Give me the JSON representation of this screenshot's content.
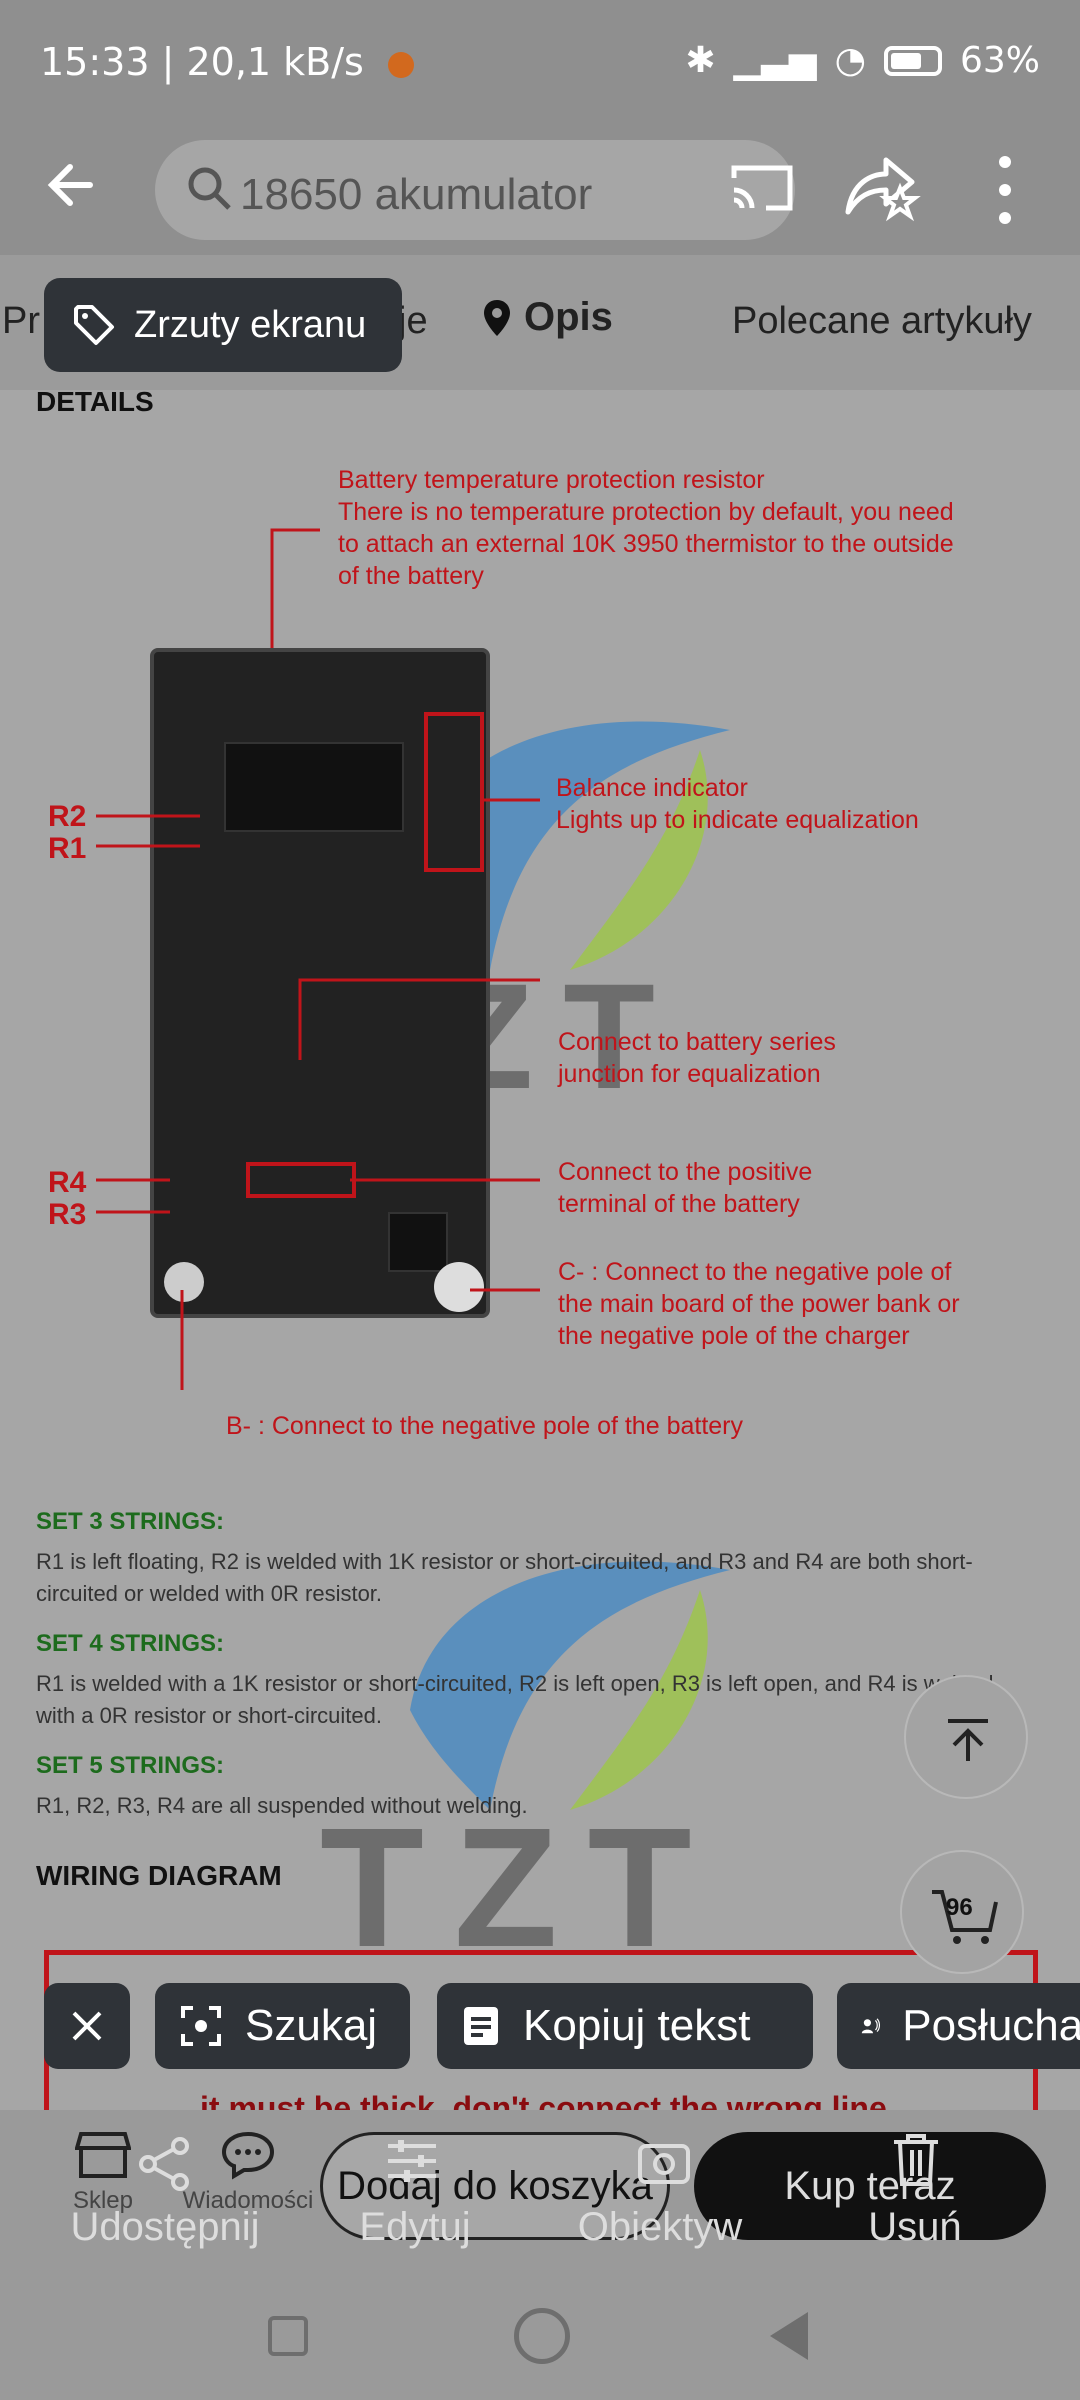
{
  "status_bar": {
    "time_speed": "15:33 | 20,1 kB/s",
    "battery": "63%"
  },
  "top_bar": {
    "search_text": "18650 akumulator"
  },
  "tabs": {
    "partial_left": "Pr",
    "partial_mid": "je",
    "opis": "Opis",
    "polecane": "Polecane artykuły"
  },
  "screenshot_chip": {
    "label": "Zrzuty ekranu"
  },
  "product_image": {
    "details_title": "DETAILS",
    "annotations": {
      "temp_title": "Battery temperature protection resistor",
      "temp_body": "There is no temperature protection by default, you need to attach an external 10K 3950 thermistor to the outside of the battery",
      "balance_1": "Balance indicator",
      "balance_2": "Lights up to indicate equalization",
      "connect_series_1": "Connect to battery series",
      "connect_series_2": "junction for equalization",
      "connect_pos_1": "Connect to the positive",
      "connect_pos_2": "terminal of the battery",
      "c_minus_1": "C- : Connect to the negative pole of",
      "c_minus_2": "the main board of the power bank or",
      "c_minus_3": "the negative pole of the charger",
      "b_minus": "B- : Connect to the negative pole of the battery"
    },
    "r_labels": {
      "r1": "R1",
      "r2": "R2",
      "r3": "R3",
      "r4": "R4"
    },
    "sets": [
      {
        "title": "SET 3 STRINGS:",
        "body": "R1 is left floating, R2 is welded with 1K resistor or short-circuited, and R3 and R4 are both short-circuited or welded with 0R resistor."
      },
      {
        "title": "SET 4 STRINGS:",
        "body": "R1 is welded with a 1K resistor or short-circuited, R2 is left open, R3 is left open, and R4 is welded with a 0R resistor or short-circuited."
      },
      {
        "title": "SET 5 STRINGS:",
        "body": "R1, R2, R3, R4 are all suspended without welding."
      }
    ],
    "wiring_title": "WIRING DIAGRAM",
    "red_box_text": "it must be thick. don't connect the wrong line.",
    "watermark": "TZT"
  },
  "cart_fab": {
    "count": "96"
  },
  "action_chips": {
    "search": "Szukaj",
    "copy": "Kopiuj tekst",
    "listen": "Posłuchaj"
  },
  "bottom_bar": {
    "sklep": "Sklep",
    "wiadomosci": "Wiadomości",
    "add_to_cart": "Dodaj do koszyka",
    "buy_now": "Kup teraz"
  },
  "edit_overlay": {
    "share": "Udostępnij",
    "edit": "Edytuj",
    "lens": "Obiektyw",
    "delete": "Usuń"
  }
}
